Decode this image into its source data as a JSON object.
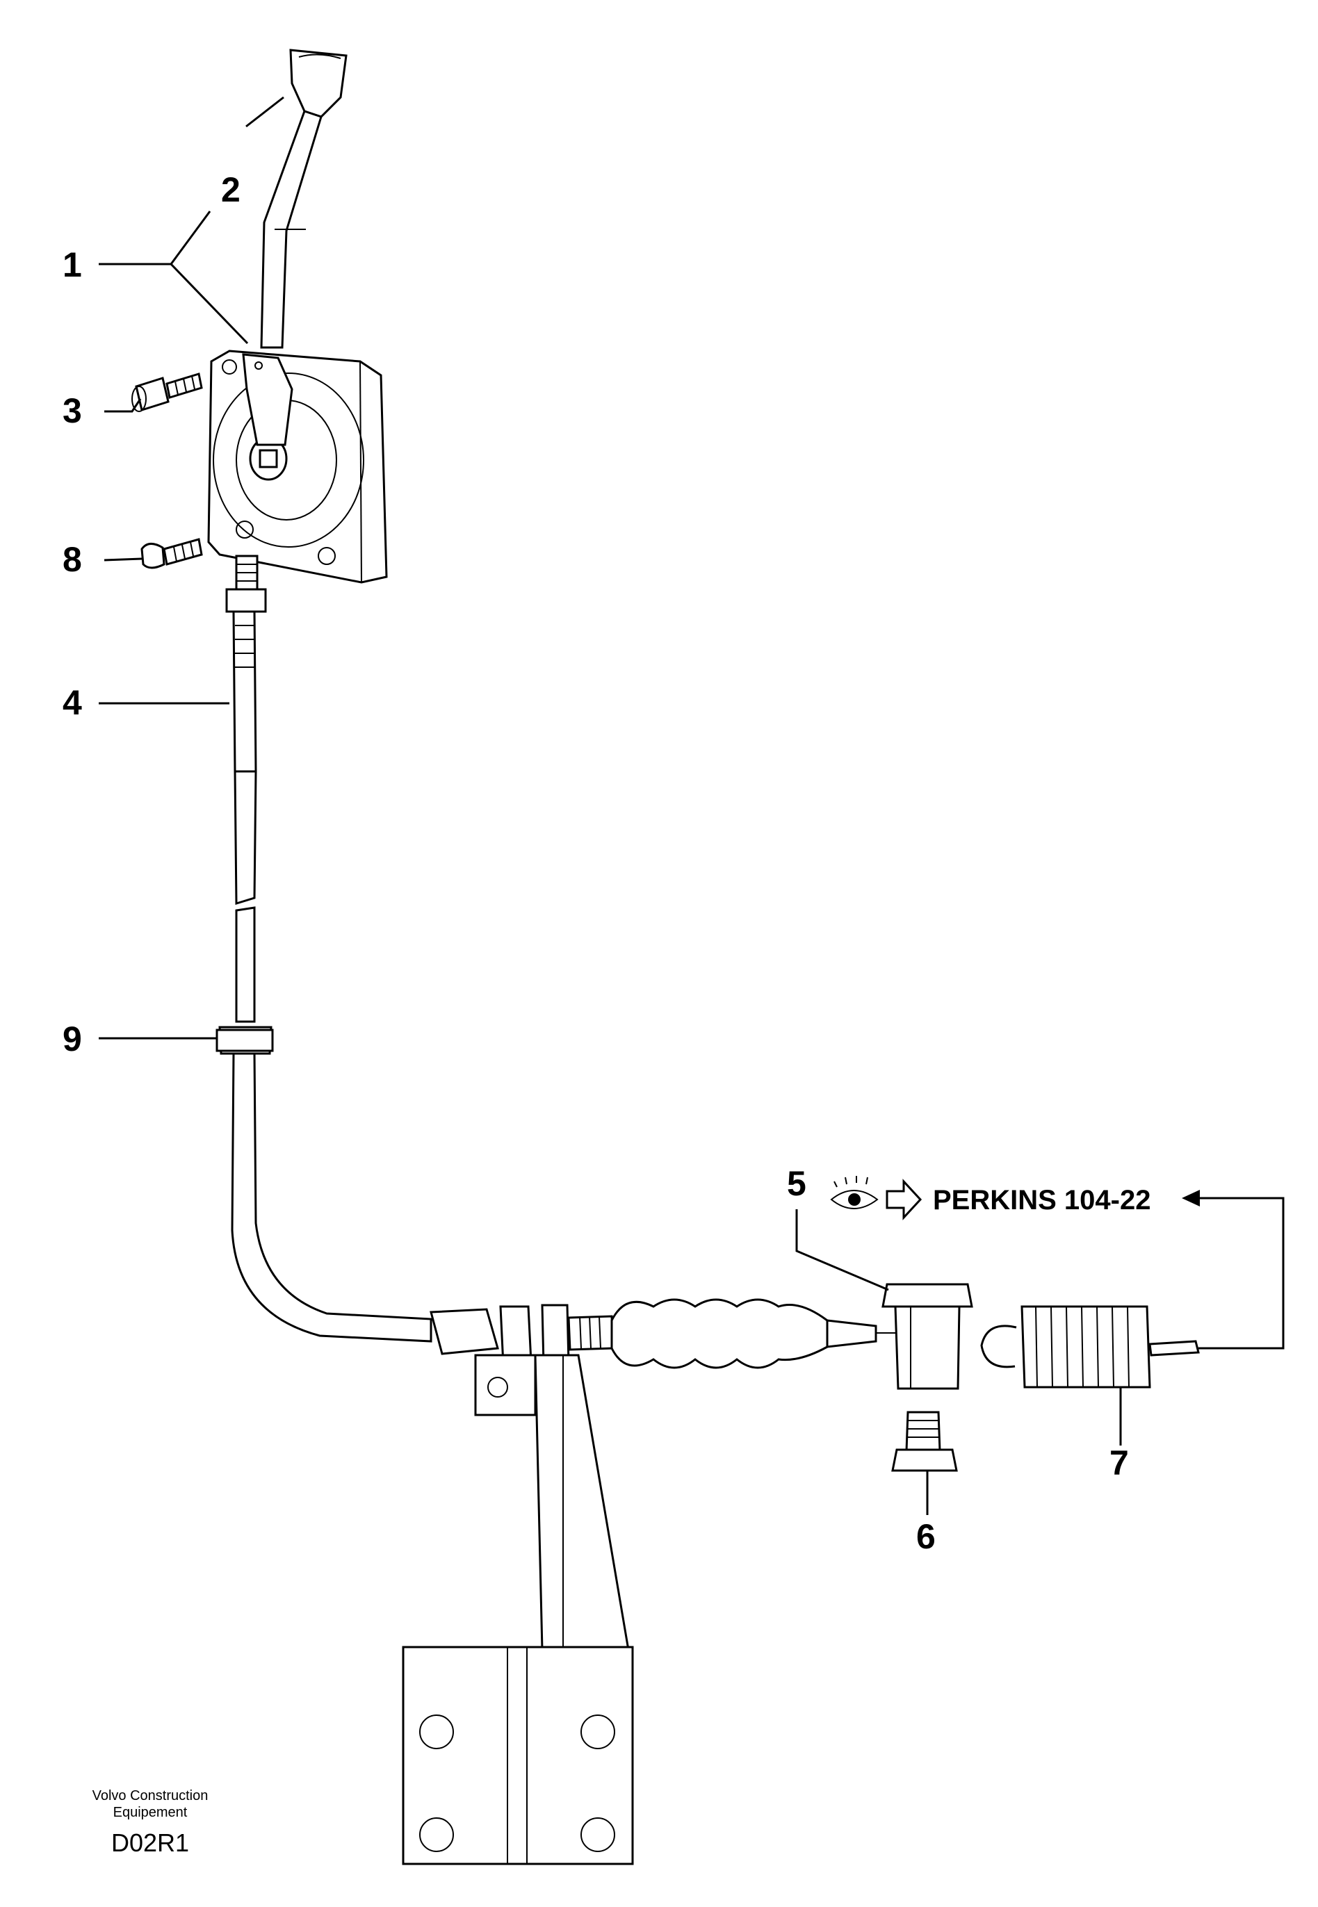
{
  "callouts": {
    "c1": "1",
    "c2": "2",
    "c3": "3",
    "c4": "4",
    "c5": "5",
    "c6": "6",
    "c7": "7",
    "c8": "8",
    "c9": "9"
  },
  "reference": {
    "text": "PERKINS 104-22",
    "icons": [
      "eye-icon",
      "arrow-right-icon"
    ]
  },
  "footer": {
    "maker_line1": "Volvo Construction",
    "maker_line2": "Equipement",
    "code": "D02R1"
  }
}
